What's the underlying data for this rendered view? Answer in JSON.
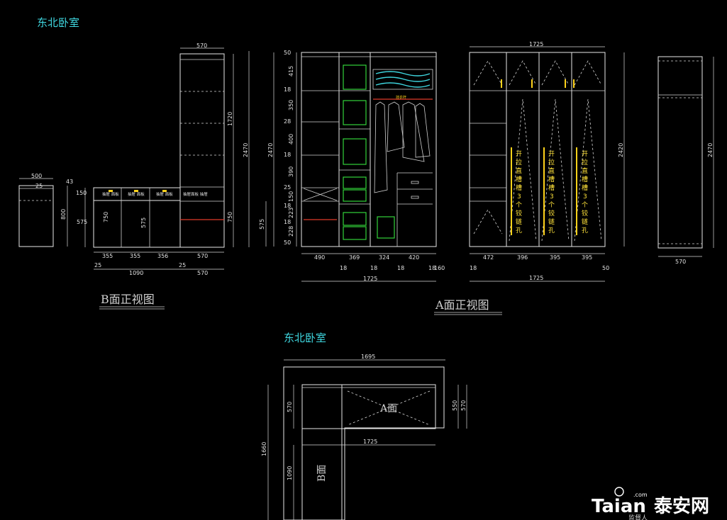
{
  "titles": {
    "top_room": "东北卧室",
    "bottom_room": "东北卧室",
    "view_b": "B面正视图",
    "view_a": "A面正视图",
    "plan_a": "A面",
    "plan_b": "B面"
  },
  "colors": {
    "background": "#000000",
    "line": "#e8e8e8",
    "room_label": "#3fd7e0",
    "storage_box": "#33d33a",
    "hanging_rod": "#e03a2a",
    "hinge_note": "#ffe23a"
  },
  "b_view": {
    "side_table": {
      "width": "500",
      "top": "25",
      "height": "800",
      "offset": "43"
    },
    "drawer_labels": [
      "抽屉 面板",
      "抽屉 面板",
      "抽屉 面板",
      "抽屉面板 抽屉"
    ],
    "desk_heights": [
      "150",
      "575",
      "750",
      "575"
    ],
    "bottom_dims": [
      "355",
      "355",
      "356",
      "570"
    ],
    "bottom_sub": [
      "25",
      "25"
    ],
    "total_left": "1090",
    "total_right": "570",
    "column_top_width": "570",
    "column_heights": [
      "1720",
      "750"
    ],
    "column_total": "2470"
  },
  "a_view": {
    "left_dims": [
      "50",
      "415",
      "18",
      "350",
      "28",
      "400",
      "18",
      "390",
      "25",
      "150",
      "18",
      "223",
      "18",
      "228",
      "50"
    ],
    "left_total": "2470",
    "lower_height": "575",
    "widths": [
      "490",
      "369",
      "324",
      "420"
    ],
    "gaps": [
      "18",
      "18",
      "18",
      "18",
      "160"
    ],
    "total": "1725",
    "rod_label": "挂衣杆"
  },
  "door_view": {
    "top_total": "1725",
    "height": "2420",
    "widths": [
      "472",
      "396",
      "395",
      "395"
    ],
    "edges": [
      "18",
      "50"
    ],
    "total": "1725",
    "hinge_notes": [
      "开拉直槽槽3个铰链孔",
      "开拉直槽槽3个铰链孔",
      "开拉直槽槽3个铰链孔"
    ]
  },
  "side_view": {
    "height": "2470",
    "width": "570"
  },
  "plan": {
    "top_width": "1695",
    "a_width": "1725",
    "a_depths": [
      "550",
      "570"
    ],
    "left_depth": "570",
    "overall_height": "1660",
    "b_length": "1090"
  },
  "watermark": {
    "brand": "Taian",
    "cn": "泰安网",
    "com": ".com",
    "footer_cut": "监督人"
  }
}
